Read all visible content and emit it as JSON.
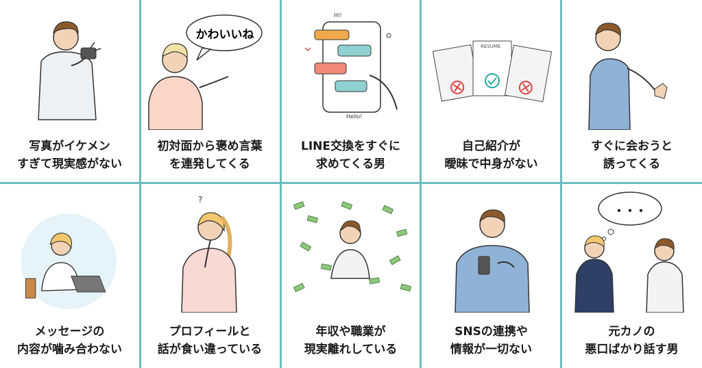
{
  "cards": [
    {
      "caption": "写真がイケメン\nすぎて現実感がない",
      "icon": "camera-man-illustration"
    },
    {
      "caption": "初対面から褒め言葉\nを連発してくる",
      "icon": "compliment-man-illustration",
      "bubble": "かわいいね"
    },
    {
      "caption": "LINE交換をすぐに\n求めてくる男",
      "icon": "phone-chat-illustration",
      "top_label": "Hi!",
      "bottom_label": "Hello!"
    },
    {
      "caption": "自己紹介が\n曖昧で中身がない",
      "icon": "resume-documents-illustration",
      "doc_label": "RESUME"
    },
    {
      "caption": "すぐに会おうと\n誘ってくる",
      "icon": "reaching-man-illustration"
    },
    {
      "caption": "メッセージの\n内容が噛み合わない",
      "icon": "stressed-woman-laptop-illustration"
    },
    {
      "caption": "プロフィールと\n話が食い違っている",
      "icon": "confused-woman-illustration",
      "mark": "?"
    },
    {
      "caption": "年収や職業が\n現実離れしている",
      "icon": "money-man-illustration"
    },
    {
      "caption": "SNSの連携や\n情報が一切ない",
      "icon": "man-with-phone-illustration"
    },
    {
      "caption": "元カノの\n悪口ばかり話す男",
      "icon": "couple-talking-illustration",
      "bubble": "・・・"
    }
  ],
  "colors": {
    "divider": "#6cbcbc",
    "caption_text": "#1a1a1a"
  }
}
